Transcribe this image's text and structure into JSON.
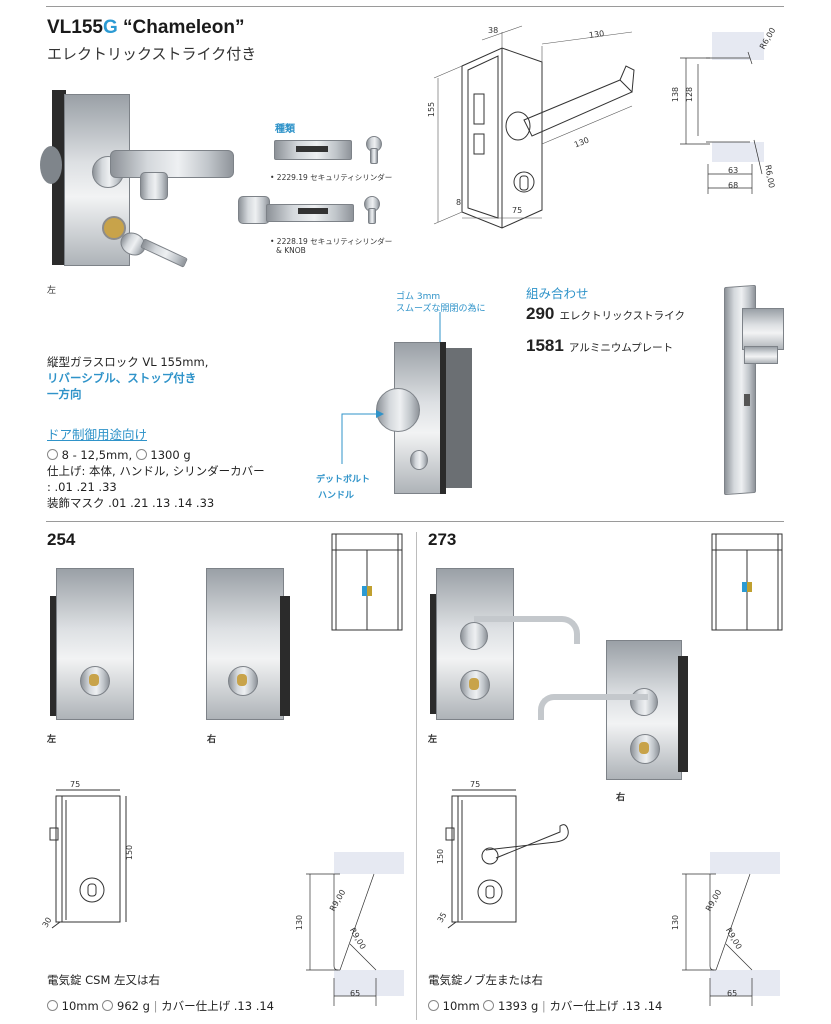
{
  "header": {
    "model_prefix": "VL155",
    "model_accent": "G",
    "model_name": " “Chameleon”",
    "subtitle": "エレクトリックストライク付き"
  },
  "top_left": {
    "side_label": "左",
    "cyl_heading": "種類",
    "cyl1": "• 2229.19 セキュリティシリンダー",
    "cyl2_line1": "• 2228.19 セキュリティシリンダー",
    "cyl2_line2": "& KNOB"
  },
  "top_drawing": {
    "d38": "38",
    "d130a": "130",
    "d155": "155",
    "d130b": "130",
    "d8": "8",
    "d75": "75"
  },
  "top_section": {
    "d138": "138",
    "d128": "128",
    "r600a": "R6,00",
    "r600b": "R6,00",
    "d63": "63",
    "d68": "68"
  },
  "callouts": {
    "rubber_line1": "ゴム 3mm",
    "rubber_line2": "スムーズな開閉の為に",
    "deadbolt_line1": "デットボルト",
    "deadbolt_line2": "ハンドル"
  },
  "combo": {
    "heading": "組み合わせ",
    "item1_num": "290",
    "item1_text": "エレクトリックストライク",
    "item2_num": "1581",
    "item2_text": "アルミニウムプレート"
  },
  "spec": {
    "line1": "縦型ガラスロック VL 155mm,",
    "line2": "リバーシブル、ストップ付き",
    "line3": "一方向",
    "link": "ドア制御用途向け",
    "thickness": "8 - 12,5mm,",
    "weight": "1300 g",
    "finish": "仕上げ: 本体, ハンドル, シリンダーカバー",
    "finish_codes": ": .01  .21 .33",
    "mask": "装飾マスク .01 .21 .13 .14 .33"
  },
  "p254": {
    "title": "254",
    "left": "左",
    "right": "右",
    "d75": "75",
    "d150": "150",
    "d30": "30",
    "d130": "130",
    "r900a": "R9,00",
    "r900b": "R9,00",
    "d65": "65",
    "desc": "電気錠 CSM 左又は右",
    "thickness": "10mm",
    "weight": "962 g",
    "cover": "カバー仕上げ .13 .14"
  },
  "p273": {
    "title": "273",
    "left": "左",
    "right": "右",
    "d75": "75",
    "d150": "150",
    "d35": "35",
    "d130": "130",
    "r900a": "R9,00",
    "r900b": "R9,00",
    "d65": "65",
    "desc": "電気錠ノブ左または右",
    "thickness": "10mm",
    "weight": "1393 g",
    "cover": "カバー仕上げ .13 .14"
  },
  "colors": {
    "accent": "#2b9ad3",
    "glass": "#e6e9f2",
    "rule": "#9a9a9a"
  }
}
